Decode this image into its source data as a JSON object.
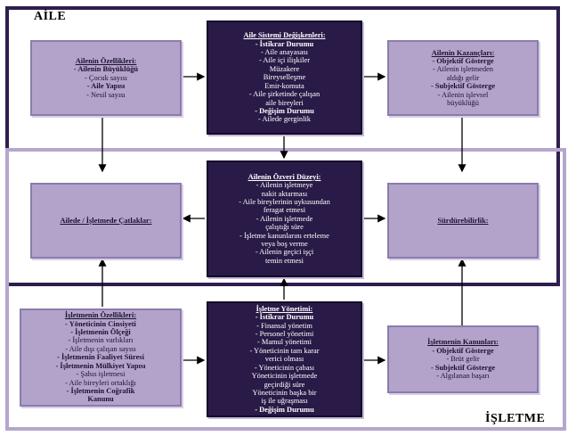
{
  "frames": {
    "aile": "AİLE",
    "isletme": "İŞLETME"
  },
  "boxes": {
    "aile_ozellikleri": {
      "title": "Ailenin Özellikleri:",
      "lines": [
        {
          "text": "- Ailenin Büyüklüğü",
          "style": "hd"
        },
        {
          "text": "- Çocuk sayısı",
          "style": "it"
        },
        {
          "text": "- Aile Yapısı",
          "style": "hd"
        },
        {
          "text": "- Nesil sayısı",
          "style": "it"
        }
      ]
    },
    "aile_sistemi": {
      "title": "Aile Sistemi Değişkenleri:",
      "lines": [
        {
          "text": "- İstikrar Durumu",
          "style": "hd"
        },
        {
          "text": "- Aile anayasası",
          "style": "it"
        },
        {
          "text": "- Aile içi ilişkiler",
          "style": "it"
        },
        {
          "text": "Müzakere",
          "style": "it"
        },
        {
          "text": "Bireyselleşme",
          "style": "it"
        },
        {
          "text": "Emir-komuta",
          "style": "it"
        },
        {
          "text": "- Aile şirketinde çalışan",
          "style": "it"
        },
        {
          "text": "aile bireyleri",
          "style": "it"
        },
        {
          "text": "- Değişim Durumu",
          "style": "hd"
        },
        {
          "text": "- Ailede gerginlik",
          "style": "it"
        }
      ]
    },
    "aile_kazanclari": {
      "title": "Ailenin Kazançları:",
      "lines": [
        {
          "text": "- Objektif Gösterge",
          "style": "hd"
        },
        {
          "text": "- Ailenin işletmeden",
          "style": "it"
        },
        {
          "text": "aldığı gelir",
          "style": "it"
        },
        {
          "text": "- Subjektif Gösterge",
          "style": "hd"
        },
        {
          "text": "- Ailenin işlevsel",
          "style": "it"
        },
        {
          "text": "büyüklüğü",
          "style": "it"
        }
      ]
    },
    "catlaklar": {
      "title": "Ailede / İşletmede Çatlaklar:"
    },
    "ozveri": {
      "title": "Ailenin Özveri Düzeyi:",
      "lines": [
        {
          "text": "- Ailenin işletmeye",
          "style": "it"
        },
        {
          "text": "nakit aktarması",
          "style": "it"
        },
        {
          "text": "- Aile bireylerinin uykusundan",
          "style": "it"
        },
        {
          "text": "feragat etmesi",
          "style": "it"
        },
        {
          "text": "- Ailenin işletmede",
          "style": "it"
        },
        {
          "text": "çalıştığı süre",
          "style": "it"
        },
        {
          "text": "- İşletme kanunlarını erteleme",
          "style": "it"
        },
        {
          "text": "veya boş verme",
          "style": "it"
        },
        {
          "text": "- Ailenin geçici işçi",
          "style": "it"
        },
        {
          "text": "temin etmesi",
          "style": "it"
        }
      ]
    },
    "surdurulebilirlik": {
      "title": "Sürdürebilirlik:"
    },
    "isletme_ozellikleri": {
      "title": "İşletmenin Özellikleri:",
      "lines": [
        {
          "text": "- Yöneticinin Cinsiyeti",
          "style": "hd"
        },
        {
          "text": "- İşletmenin Ölçeği",
          "style": "hd"
        },
        {
          "text": "- İşletmenin varlıkları",
          "style": "it"
        },
        {
          "text": "- Aile dışı çalışan sayısı",
          "style": "it"
        },
        {
          "text": "- İşletmenin Faaliyet Süresi",
          "style": "hd"
        },
        {
          "text": "- İşletmenin Mülkiyet Yapısı",
          "style": "hd"
        },
        {
          "text": "- Şahıs işletmesi",
          "style": "it"
        },
        {
          "text": "- Aile bireyleri ortaklığı",
          "style": "it"
        },
        {
          "text": "- İşletmenin Coğrafik",
          "style": "hd"
        },
        {
          "text": "Kanunu",
          "style": "hd"
        }
      ]
    },
    "isletme_yonetimi": {
      "title": "İşletme Yönetimi:",
      "lines": [
        {
          "text": "- İstikrar Durumu",
          "style": "hd"
        },
        {
          "text": "- Finansal yönetim",
          "style": "it"
        },
        {
          "text": "- Personel yönetimi",
          "style": "it"
        },
        {
          "text": "- Mamul yönetimi",
          "style": "it"
        },
        {
          "text": "- Yöneticinin tam karar",
          "style": "it"
        },
        {
          "text": "verici olması",
          "style": "it"
        },
        {
          "text": "- Yöneticinin çabası",
          "style": "it"
        },
        {
          "text": "Yöneticinin işletmede",
          "style": "it"
        },
        {
          "text": "geçirdiği süre",
          "style": "it"
        },
        {
          "text": "Yöneticinin başka bir",
          "style": "it"
        },
        {
          "text": "iş ile uğraşması",
          "style": "it"
        },
        {
          "text": "- Değişim Durumu",
          "style": "hd"
        }
      ]
    },
    "isletme_kanunlari": {
      "title": "İşletmenin Kanunları:",
      "lines": [
        {
          "text": "- Objektif Gösterge",
          "style": "hd"
        },
        {
          "text": "- Brüt gelir",
          "style": "it"
        },
        {
          "text": "- Subjektif Gösterge",
          "style": "hd"
        },
        {
          "text": "- Algılanan başarı",
          "style": "it"
        }
      ]
    }
  },
  "colors": {
    "dark_box": "#2a1a47",
    "light_box": "#b3a3cb",
    "aile_frame": "#2e1f4e",
    "isletme_frame": "#b6a6cd"
  }
}
